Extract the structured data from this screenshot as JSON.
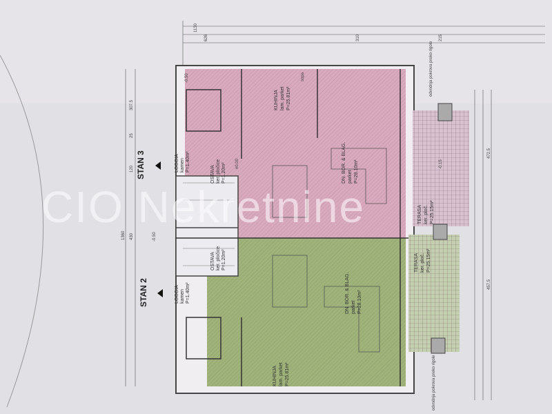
{
  "watermark": "CIO Nekretnine",
  "units": [
    {
      "name": "STAN 3",
      "color": "#d9a9bd"
    },
    {
      "name": "STAN 2",
      "color": "#9fb37a"
    }
  ],
  "rooms": {
    "kitchen": {
      "name": "KUHINJA",
      "floor": "lam. parket",
      "area": "P=25.81m²"
    },
    "living": {
      "name": "DN. BOR. & BLAG.",
      "floor": "parket",
      "area": "P=28.10m²"
    },
    "terrace": {
      "name": "TERASA",
      "floor": "ker. ploč.",
      "area": "P=25.15m²"
    },
    "storage": {
      "name": "OSTAVA",
      "floor": "ker. pločice",
      "area": "P=1.20m²"
    },
    "loggia": {
      "name": "LOGGIA",
      "floor": "kamen",
      "area": "P=1.40m²"
    }
  },
  "levels": [
    "-0.50",
    "±0.00",
    "-0.15"
  ],
  "dimensions": [
    "1130",
    "1360",
    "430",
    "472.5",
    "457.5",
    "307.5",
    "120",
    "25",
    "626",
    "310",
    "215"
  ],
  "notes": [
    "sopa",
    "odvodnja pokrova preko rigole"
  ]
}
